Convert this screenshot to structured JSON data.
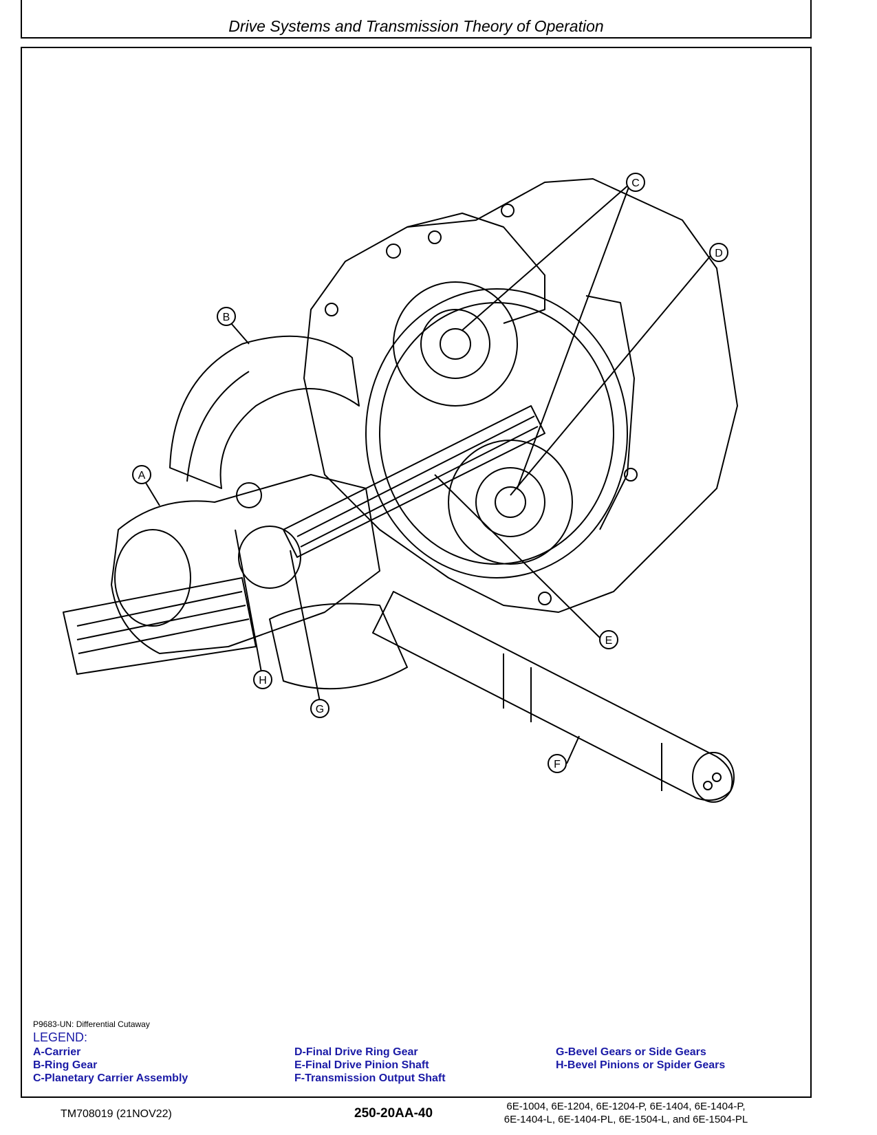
{
  "header": {
    "title": "Drive Systems and Transmission Theory of Operation"
  },
  "figure": {
    "callouts": [
      "A",
      "B",
      "C",
      "D",
      "E",
      "F",
      "G",
      "H"
    ],
    "id_caption": "P9683-UN: Differential Cutaway"
  },
  "legend": {
    "title": "LEGEND:",
    "col1": [
      "A-Carrier",
      "B-Ring Gear",
      "C-Planetary Carrier Assembly"
    ],
    "col2": [
      "D-Final Drive Ring Gear",
      "E-Final Drive Pinion Shaft",
      "F-Transmission Output Shaft"
    ],
    "col3": [
      "G-Bevel Gears or Side Gears",
      "H-Bevel Pinions or Spider Gears"
    ]
  },
  "footer": {
    "doc_id": "TM708019 (21NOV22)",
    "page": "250-20AA-40",
    "models_line1": "6E-1004, 6E-1204, 6E-1204-P, 6E-1404, 6E-1404-P,",
    "models_line2": "6E-1404-L, 6E-1404-PL, 6E-1504-L, and 6E-1504-PL"
  }
}
